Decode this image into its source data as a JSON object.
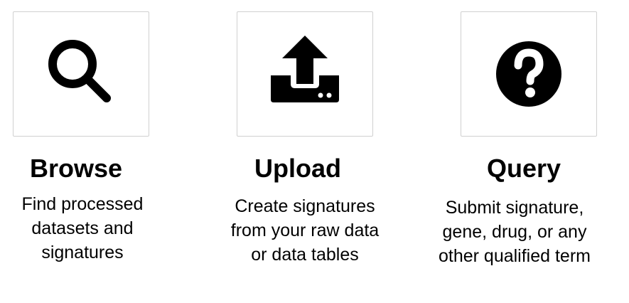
{
  "tiles": [
    {
      "icon": "magnifying-glass-icon",
      "title": "Browse",
      "description": "Find processed datasets and signatures"
    },
    {
      "icon": "upload-arrow-tray-icon",
      "title": "Upload",
      "description": "Create signatures from your raw data or data tables"
    },
    {
      "icon": "question-circle-icon",
      "title": "Query",
      "description": "Submit signature, gene, drug, or any other qualified term"
    }
  ],
  "colors": {
    "icon": "#000000",
    "card_border": "#d0d0d0"
  }
}
